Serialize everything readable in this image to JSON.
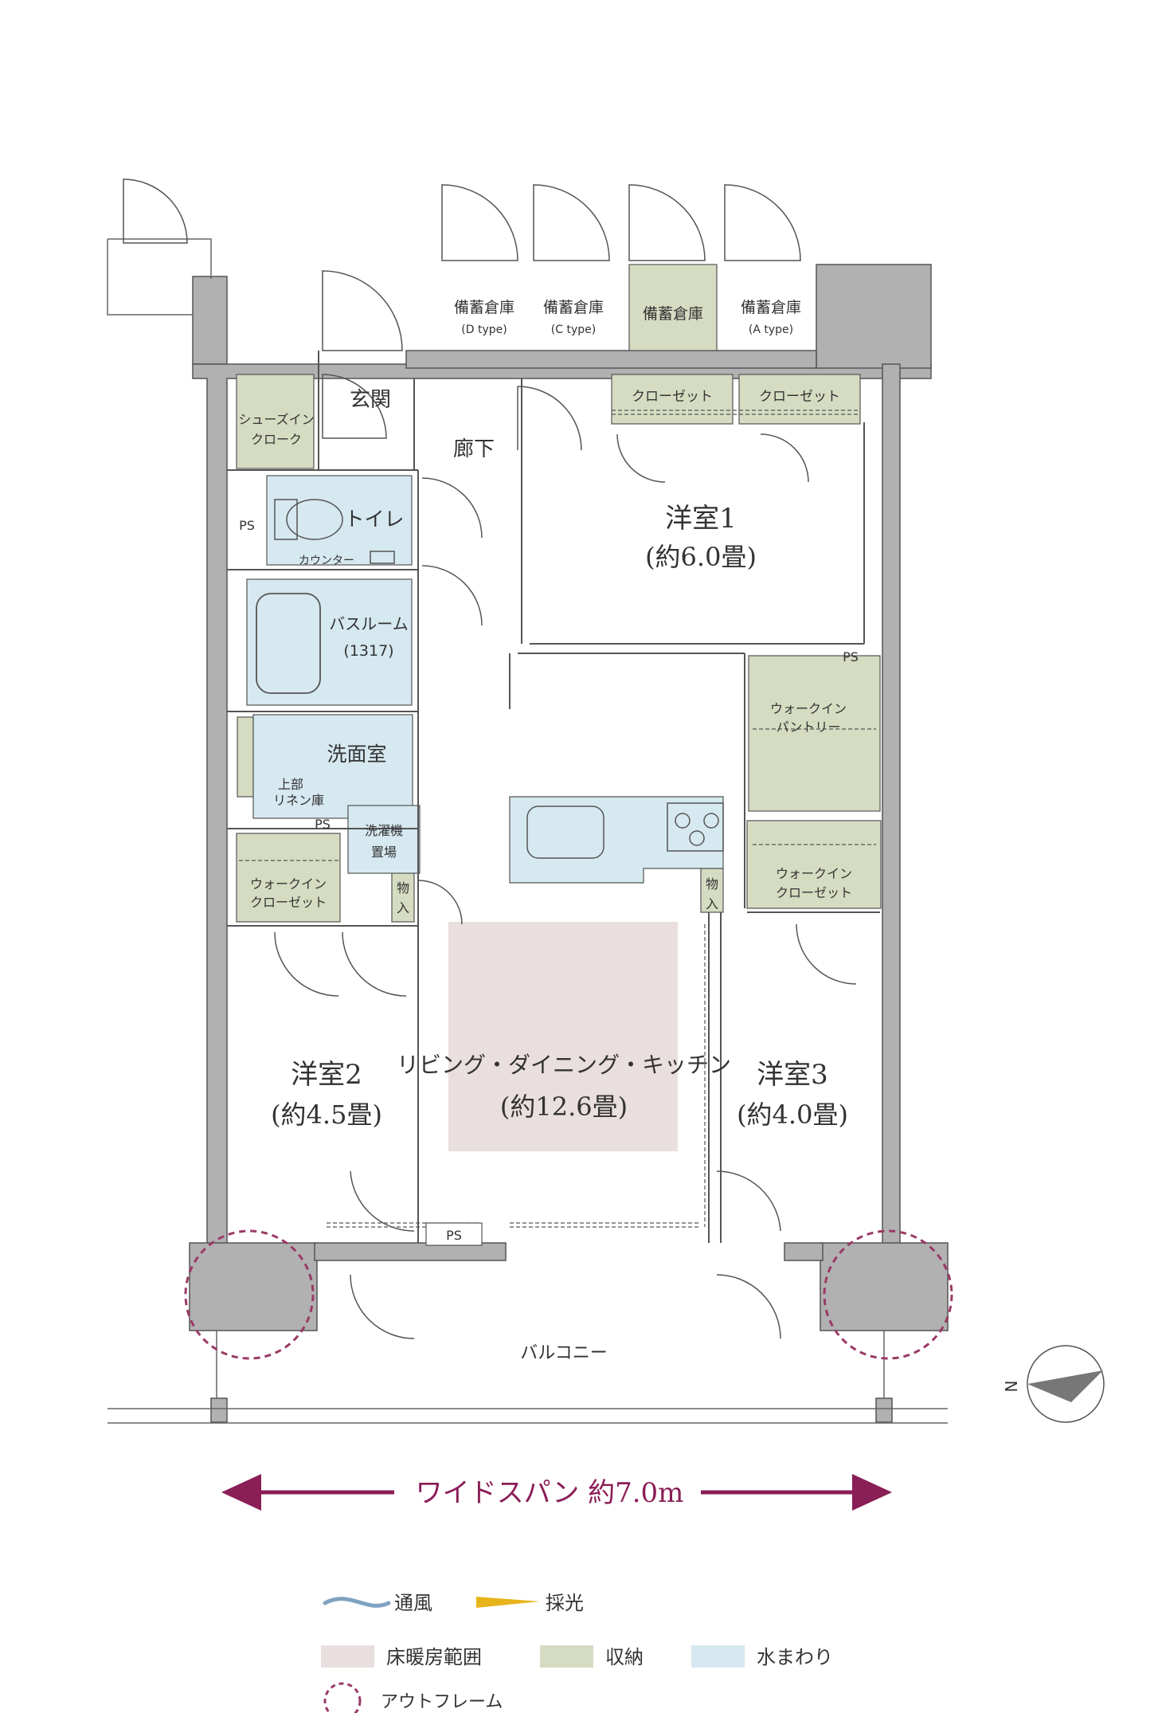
{
  "colors": {
    "wall": "#b1b1b1",
    "storage": "#d5dcc1",
    "water": "#d6e8f0",
    "floor_heating": "#e9dfde",
    "accent": "#8a1e56",
    "ventilation": "#7fa3c1",
    "daylight": "#e8b41c"
  },
  "rooms": {
    "storage_d": "備蓄倉庫",
    "storage_d_sub": "(D type)",
    "storage_c": "備蓄倉庫",
    "storage_c_sub": "(C type)",
    "storage_b": "備蓄倉庫",
    "storage_a": "備蓄倉庫",
    "storage_a_sub": "(A type)",
    "entrance": "玄関",
    "shoes_1": "シューズイン",
    "shoes_2": "クローク",
    "hallway": "廊下",
    "closet_1": "クローゼット",
    "closet_2": "クローゼット",
    "ps_1": "PS",
    "toilet": "トイレ",
    "counter": "カウンター",
    "bedroom1": "洋室1",
    "bedroom1_size": "(約6.0畳)",
    "ps_2": "PS",
    "bath_1": "バスルーム",
    "bath_2": "(1317)",
    "pantry_1": "ウォークイン",
    "pantry_2": "パントリー",
    "washroom": "洗面室",
    "linen_1": "上部",
    "linen_2": "リネン庫",
    "ps_3": "PS",
    "laundry_1": "洗濯機",
    "laundry_2": "置場",
    "wic1_1": "ウォークイン",
    "wic1_2": "クローゼット",
    "mono_1": "物",
    "mono_1b": "入",
    "mono_2": "物",
    "mono_2b": "入",
    "wic2_1": "ウォークイン",
    "wic2_2": "クローゼット",
    "bedroom2": "洋室2",
    "bedroom2_size": "(約4.5畳)",
    "ldk": "リビング・ダイニング・キッチン",
    "ldk_size": "(約12.6畳)",
    "bedroom3": "洋室3",
    "bedroom3_size": "(約4.0畳)",
    "ps_4": "PS",
    "balcony": "バルコニー"
  },
  "compass": {
    "label": "N"
  },
  "span": {
    "label": "ワイドスパン 約7.0m"
  },
  "legend": {
    "ventilation": "通風",
    "daylight": "採光",
    "floor_heating": "床暖房範囲",
    "storage": "収納",
    "water": "水まわり",
    "outframe": "アウトフレーム"
  }
}
